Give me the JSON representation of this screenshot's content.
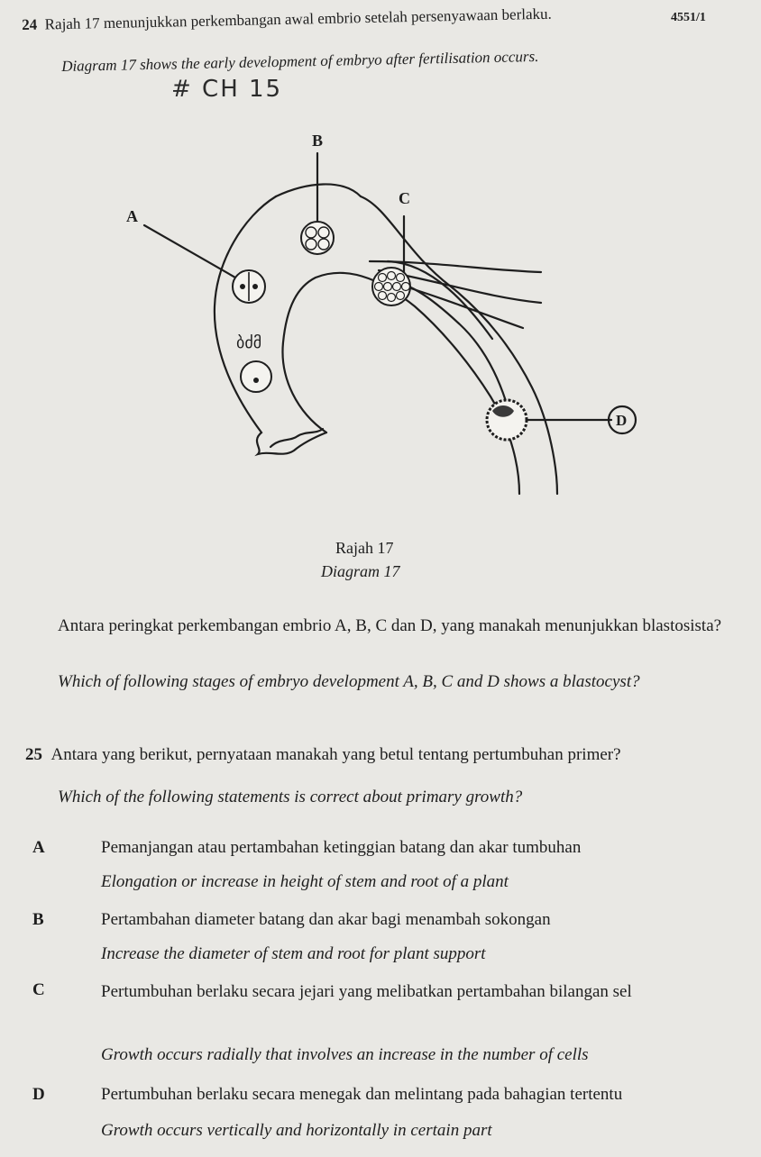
{
  "header": {
    "paper_code": "4551/1"
  },
  "q24": {
    "number": "24",
    "text_ms": "Rajah 17 menunjukkan perkembangan awal embrio setelah persenyawaan berlaku.",
    "text_en": "Diagram 17 shows the early development of embryo after fertilisation occurs.",
    "handwritten_note": "# CH 15",
    "diagram": {
      "labels": {
        "A": "A",
        "B": "B",
        "C": "C",
        "D": "D"
      }
    },
    "caption_ms": "Rajah 17",
    "caption_en": "Diagram 17",
    "question_ms": "Antara peringkat perkembangan embrio A, B, C dan D, yang manakah menunjukkan blastosista?",
    "question_en": "Which of following stages of embryo development A, B, C and D shows a blastocyst?"
  },
  "q25": {
    "number": "25",
    "text_ms": "Antara yang berikut, pernyataan manakah yang betul tentang pertumbuhan primer?",
    "text_en": "Which of the following statements is correct about primary growth?",
    "options": [
      {
        "label": "A",
        "ms": "Pemanjangan atau pertambahan ketinggian batang dan akar tumbuhan",
        "en": "Elongation or increase in height of stem and root of a plant"
      },
      {
        "label": "B",
        "ms": "Pertambahan diameter batang dan akar bagi menambah sokongan",
        "en": "Increase the diameter of stem and root for plant support"
      },
      {
        "label": "C",
        "ms": "Pertumbuhan berlaku secara jejari yang melibatkan pertambahan bilangan sel",
        "en": "Growth occurs radially that involves an increase in the number of cells"
      },
      {
        "label": "D",
        "ms": "Pertumbuhan berlaku secara menegak dan melintang pada bahagian tertentu",
        "en": "Growth occurs vertically and horizontally in certain part"
      }
    ]
  }
}
